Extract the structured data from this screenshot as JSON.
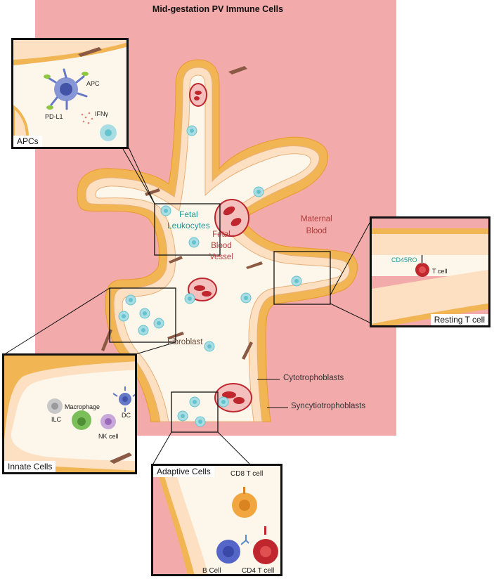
{
  "title": "Mid-gestation PV Immune Cells",
  "main_labels": {
    "fetal_leukocytes_1": "Fetal",
    "fetal_leukocytes_2": "Leukocytes",
    "fetal_blood_1": "Fetal",
    "fetal_blood_2": "Blood",
    "fetal_blood_3": "Vessel",
    "maternal_1": "Maternal",
    "maternal_2": "Blood",
    "fibroblast": "Fibroblast",
    "cytotrophoblasts": "Cytotrophoblasts",
    "syncytiotrophoblasts": "Syncytiotrophoblasts"
  },
  "insets": {
    "apcs": {
      "tag": "APCs",
      "apc": "APC",
      "pdl1": "PD-L1",
      "ifn": "IFNγ"
    },
    "resting": {
      "tag": "Resting T cell",
      "marker": "CD45RO",
      "cell": "T cell"
    },
    "innate": {
      "tag": "Innate Cells",
      "ilc": "ILC",
      "macrophage": "Macrophage",
      "dc": "DC",
      "nk": "NK cell"
    },
    "adaptive": {
      "tag": "Adaptive Cells",
      "cd8": "CD8 T cell",
      "bcell": "B Cell",
      "cd4": "CD4 T cell"
    }
  },
  "colors": {
    "maternal": "#f2aaab",
    "syncytio": "#f2b553",
    "cyto": "#fde0c2",
    "stroma": "#fdf6ea",
    "leukocyte": "#64c3ce",
    "rbc": "#c0262e",
    "label_teal": "#1a9a9a",
    "label_red": "#b03a3a"
  }
}
